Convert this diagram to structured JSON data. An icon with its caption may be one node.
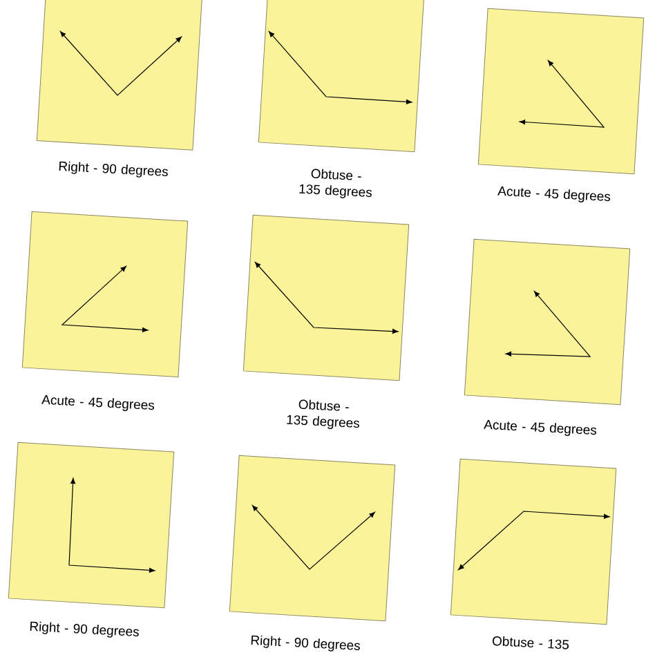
{
  "diagram": {
    "nodes": [
      {
        "text": [],
        "shape": "box",
        "beside": [
          "Right - 90 degrees"
        ]
      },
      {
        "text": [],
        "shape": "box",
        "beside": [
          "Obtuse - 135 degrees"
        ]
      },
      {
        "text": [],
        "shape": "box",
        "beside": [
          "Acute - 45 degrees"
        ]
      },
      {
        "text": [],
        "shape": "box",
        "beside": [
          "Acute - 45 degrees"
        ]
      },
      {
        "text": [],
        "shape": "box",
        "beside": [
          "Obtuse - 135 degrees"
        ]
      },
      {
        "text": [],
        "shape": "box",
        "beside": [
          "Acute - 45 degrees"
        ]
      },
      {
        "text": [],
        "shape": "box",
        "beside": [
          "Right - 90 degrees"
        ]
      },
      {
        "text": [],
        "shape": "box",
        "beside": [
          "Right - 90 degrees"
        ]
      },
      {
        "text": [],
        "shape": "box",
        "beside": [
          "Obtuse - 135"
        ]
      }
    ]
  }
}
